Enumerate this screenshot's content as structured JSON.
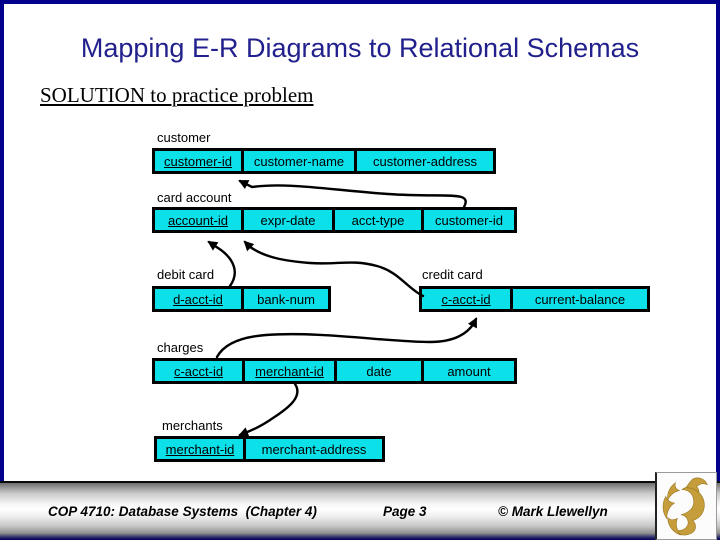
{
  "slide": {
    "title": "Mapping E-R Diagrams to Relational Schemas",
    "subtitle": "SOLUTION to practice problem"
  },
  "colors": {
    "slide_border": "#00008b",
    "title_text": "#21208c",
    "cell_fill": "#0ce0e8",
    "cell_border": "#000000",
    "arrow": "#000000",
    "logo_gold": "#c59d3b"
  },
  "tables": [
    {
      "label": "customer",
      "cells": [
        {
          "text": "customer-id",
          "key": true
        },
        {
          "text": "customer-name",
          "key": false
        },
        {
          "text": "customer-address",
          "key": false
        }
      ]
    },
    {
      "label": "card account",
      "cells": [
        {
          "text": "account-id",
          "key": true
        },
        {
          "text": "expr-date",
          "key": false
        },
        {
          "text": "acct-type",
          "key": false
        },
        {
          "text": "customer-id",
          "key": false
        }
      ]
    },
    {
      "label": "debit card",
      "cells": [
        {
          "text": "d-acct-id",
          "key": true
        },
        {
          "text": "bank-num",
          "key": false
        }
      ]
    },
    {
      "label": "credit card",
      "cells": [
        {
          "text": "c-acct-id",
          "key": true
        },
        {
          "text": "current-balance",
          "key": false
        }
      ]
    },
    {
      "label": "charges",
      "cells": [
        {
          "text": "c-acct-id",
          "key": true
        },
        {
          "text": "merchant-id",
          "key": true
        },
        {
          "text": "date",
          "key": false
        },
        {
          "text": "amount",
          "key": false
        }
      ]
    },
    {
      "label": "merchants",
      "cells": [
        {
          "text": "merchant-id",
          "key": true
        },
        {
          "text": "merchant-address",
          "key": false
        }
      ]
    }
  ],
  "arrows": [
    {
      "from": "card account.customer-id",
      "to": "customer.customer-id"
    },
    {
      "from": "debit card.d-acct-id",
      "to": "card account.account-id"
    },
    {
      "from": "credit card.c-acct-id",
      "to": "card account.account-id"
    },
    {
      "from": "charges.c-acct-id",
      "to": "credit card.c-acct-id"
    },
    {
      "from": "charges.merchant-id",
      "to": "merchants.merchant-id"
    }
  ],
  "footer": {
    "course": "COP 4710: Database Systems  (Chapter 4)",
    "page": "Page 3",
    "copyright": "© Mark Llewellyn"
  },
  "icons": {
    "logo": "ucf-pegasus-logo"
  }
}
